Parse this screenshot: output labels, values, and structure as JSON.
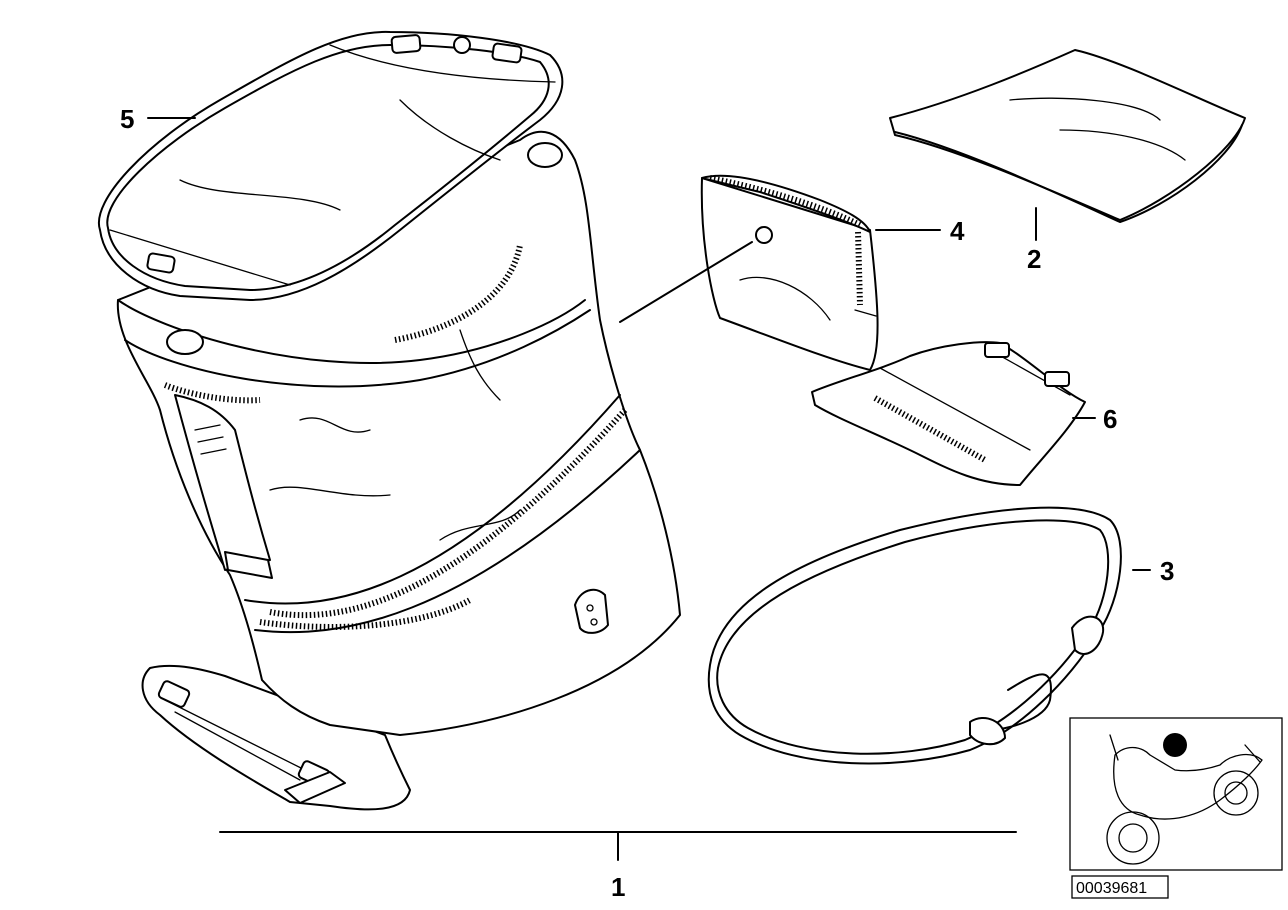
{
  "callouts": {
    "c1": "1",
    "c2": "2",
    "c3": "3",
    "c4": "4",
    "c5": "5",
    "c6": "6"
  },
  "diagram_number": "00039681",
  "icons": {
    "tank_bag": "tank-bag-illustration",
    "rain_cover": "rain-cover-illustration",
    "cushion": "seat-cushion-illustration",
    "pouch": "pouch-illustration",
    "map_plate": "map-plate-illustration",
    "strap": "elastic-strap-illustration",
    "motorcycle": "motorcycle-thumbnail"
  },
  "colors": {
    "line": "#000000",
    "background": "#ffffff"
  }
}
